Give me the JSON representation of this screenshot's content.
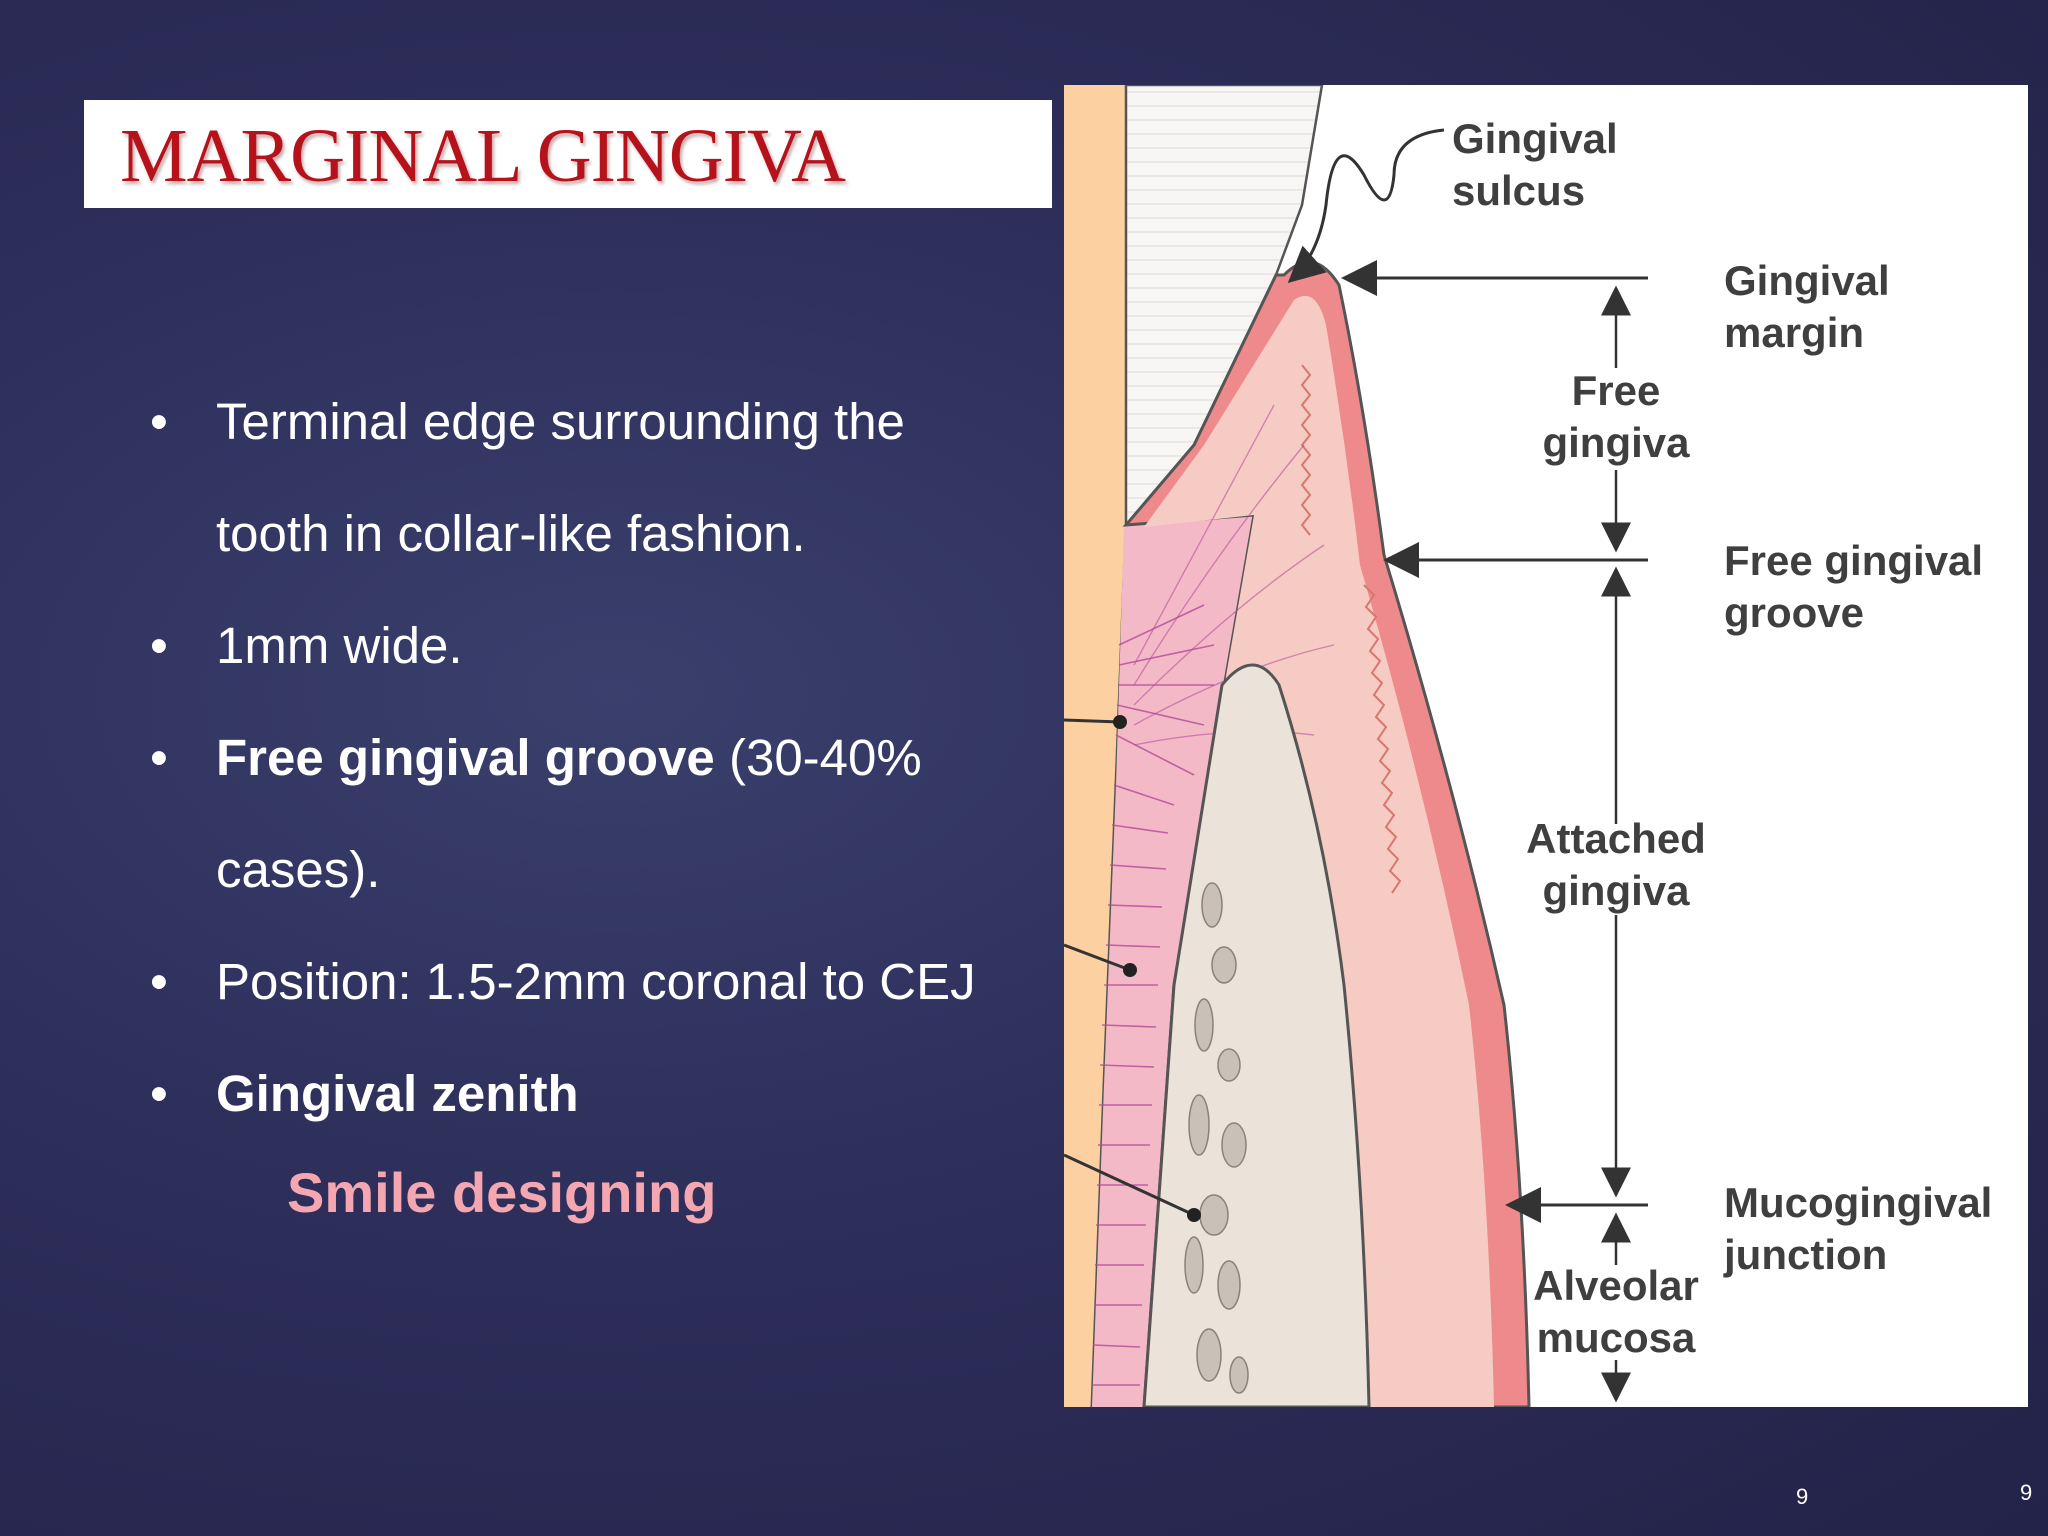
{
  "slide": {
    "title": "MARGINAL GINGIVA",
    "bullets": [
      {
        "text": "Terminal edge surrounding the",
        "bold": ""
      },
      {
        "text": "tooth in collar-like fashion.",
        "bold": ""
      },
      {
        "text": "1mm wide.",
        "bold": ""
      },
      {
        "bold": "Free gingival groove",
        "text": " (30-40%"
      },
      {
        "text": "cases).",
        "bold": ""
      },
      {
        "text": "Position: 1.5-2mm coronal to CEJ",
        "bold": ""
      },
      {
        "bold": "Gingival zenith",
        "text": ""
      }
    ],
    "subnote": "Smile designing",
    "bullet_glyph": "•",
    "page_number": "9",
    "page_number_corner": "9"
  },
  "diagram": {
    "labels": {
      "sulcus_1": "Gingival",
      "sulcus_2": "sulcus",
      "margin_1": "Gingival",
      "margin_2": "margin",
      "free_1": "Free",
      "free_2": "gingiva",
      "groove_1": "Free gingival",
      "groove_2": "groove",
      "attached_1": "Attached",
      "attached_2": "gingiva",
      "mgj_1": "Mucogingival",
      "mgj_2": "junction",
      "alveolar_1": "Alveolar",
      "alveolar_2": "mucosa"
    },
    "colors": {
      "title_red": "#b5121b",
      "gingiva_outer": "#f08c8c",
      "gingiva_inner": "#f5c9c0",
      "enamel": "#f4f2ef",
      "dentin": "#fcd0a0",
      "bone": "#ece4da",
      "ligament": "#b24a9a",
      "smile_pink": "#f4a7b0"
    }
  }
}
